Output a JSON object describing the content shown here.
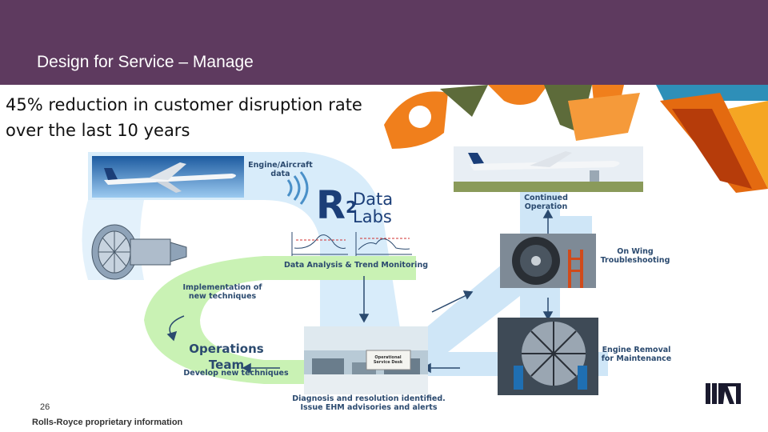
{
  "slide": {
    "title": "Design for Service – Manage",
    "headline": "45% reduction in customer disruption rate over the last 10 years",
    "page_number": "26",
    "footer": "Rolls-Royce proprietary information"
  },
  "diagram": {
    "engine_data_label": "Engine/Aircraft data",
    "logo_mark": "R",
    "logo_sup": "2",
    "logo_line1": "Data",
    "logo_line2": "Labs",
    "analysis_label": "Data Analysis & Trend Monitoring",
    "implementation_label": "Implementation of new techniques",
    "operations_label": "Operations Team",
    "develop_label": "Develop new techniques",
    "diagnosis_label": "Diagnosis and resolution identified. Issue EHM advisories and alerts",
    "service_desk_sign": "Operational Service Desk",
    "continued_label": "Continued Operation",
    "on_wing_label": "On Wing Troubleshooting",
    "engine_removal_label": "Engine Removal for Maintenance"
  },
  "colors": {
    "header": "#5e3a5f",
    "arrow_blue": "#cfe6f7",
    "arrow_green": "#c9f2b4",
    "text_blue": "#2b4a6f",
    "orange": "#f07f1c",
    "olive": "#5d6b3a"
  }
}
